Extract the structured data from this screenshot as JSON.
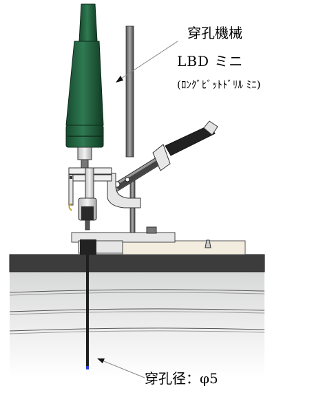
{
  "labels": {
    "machine_name": "穿孔機械",
    "model": "LBD ミニ",
    "model_reading": "(ﾛﾝｸﾞﾋﾞｯﾄﾄﾞﾘﾙ ﾐﾆ)",
    "hole_diameter": "穿孔径：φ5"
  },
  "colors": {
    "motor_green": "#1f5a3a",
    "slab_dark": "#3c3c3c",
    "ground_gray": "#d2d3d3",
    "drill_bit_tip": "#2a3fd0"
  }
}
